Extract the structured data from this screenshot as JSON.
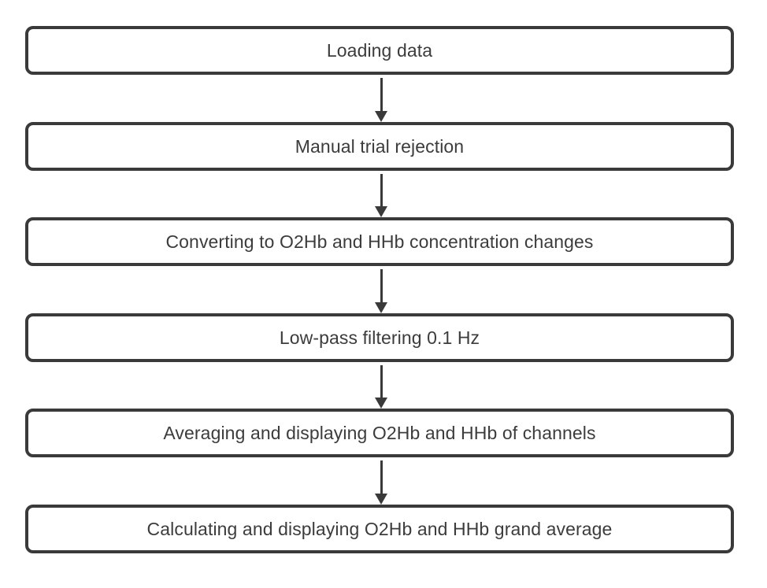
{
  "steps": [
    {
      "label": "Loading data"
    },
    {
      "label": "Manual trial rejection"
    },
    {
      "label": "Converting to O2Hb and HHb concentration changes"
    },
    {
      "label": "Low-pass filtering 0.1 Hz"
    },
    {
      "label": "Averaging and displaying O2Hb and HHb of channels"
    },
    {
      "label": "Calculating and displaying O2Hb and HHb grand average"
    }
  ]
}
